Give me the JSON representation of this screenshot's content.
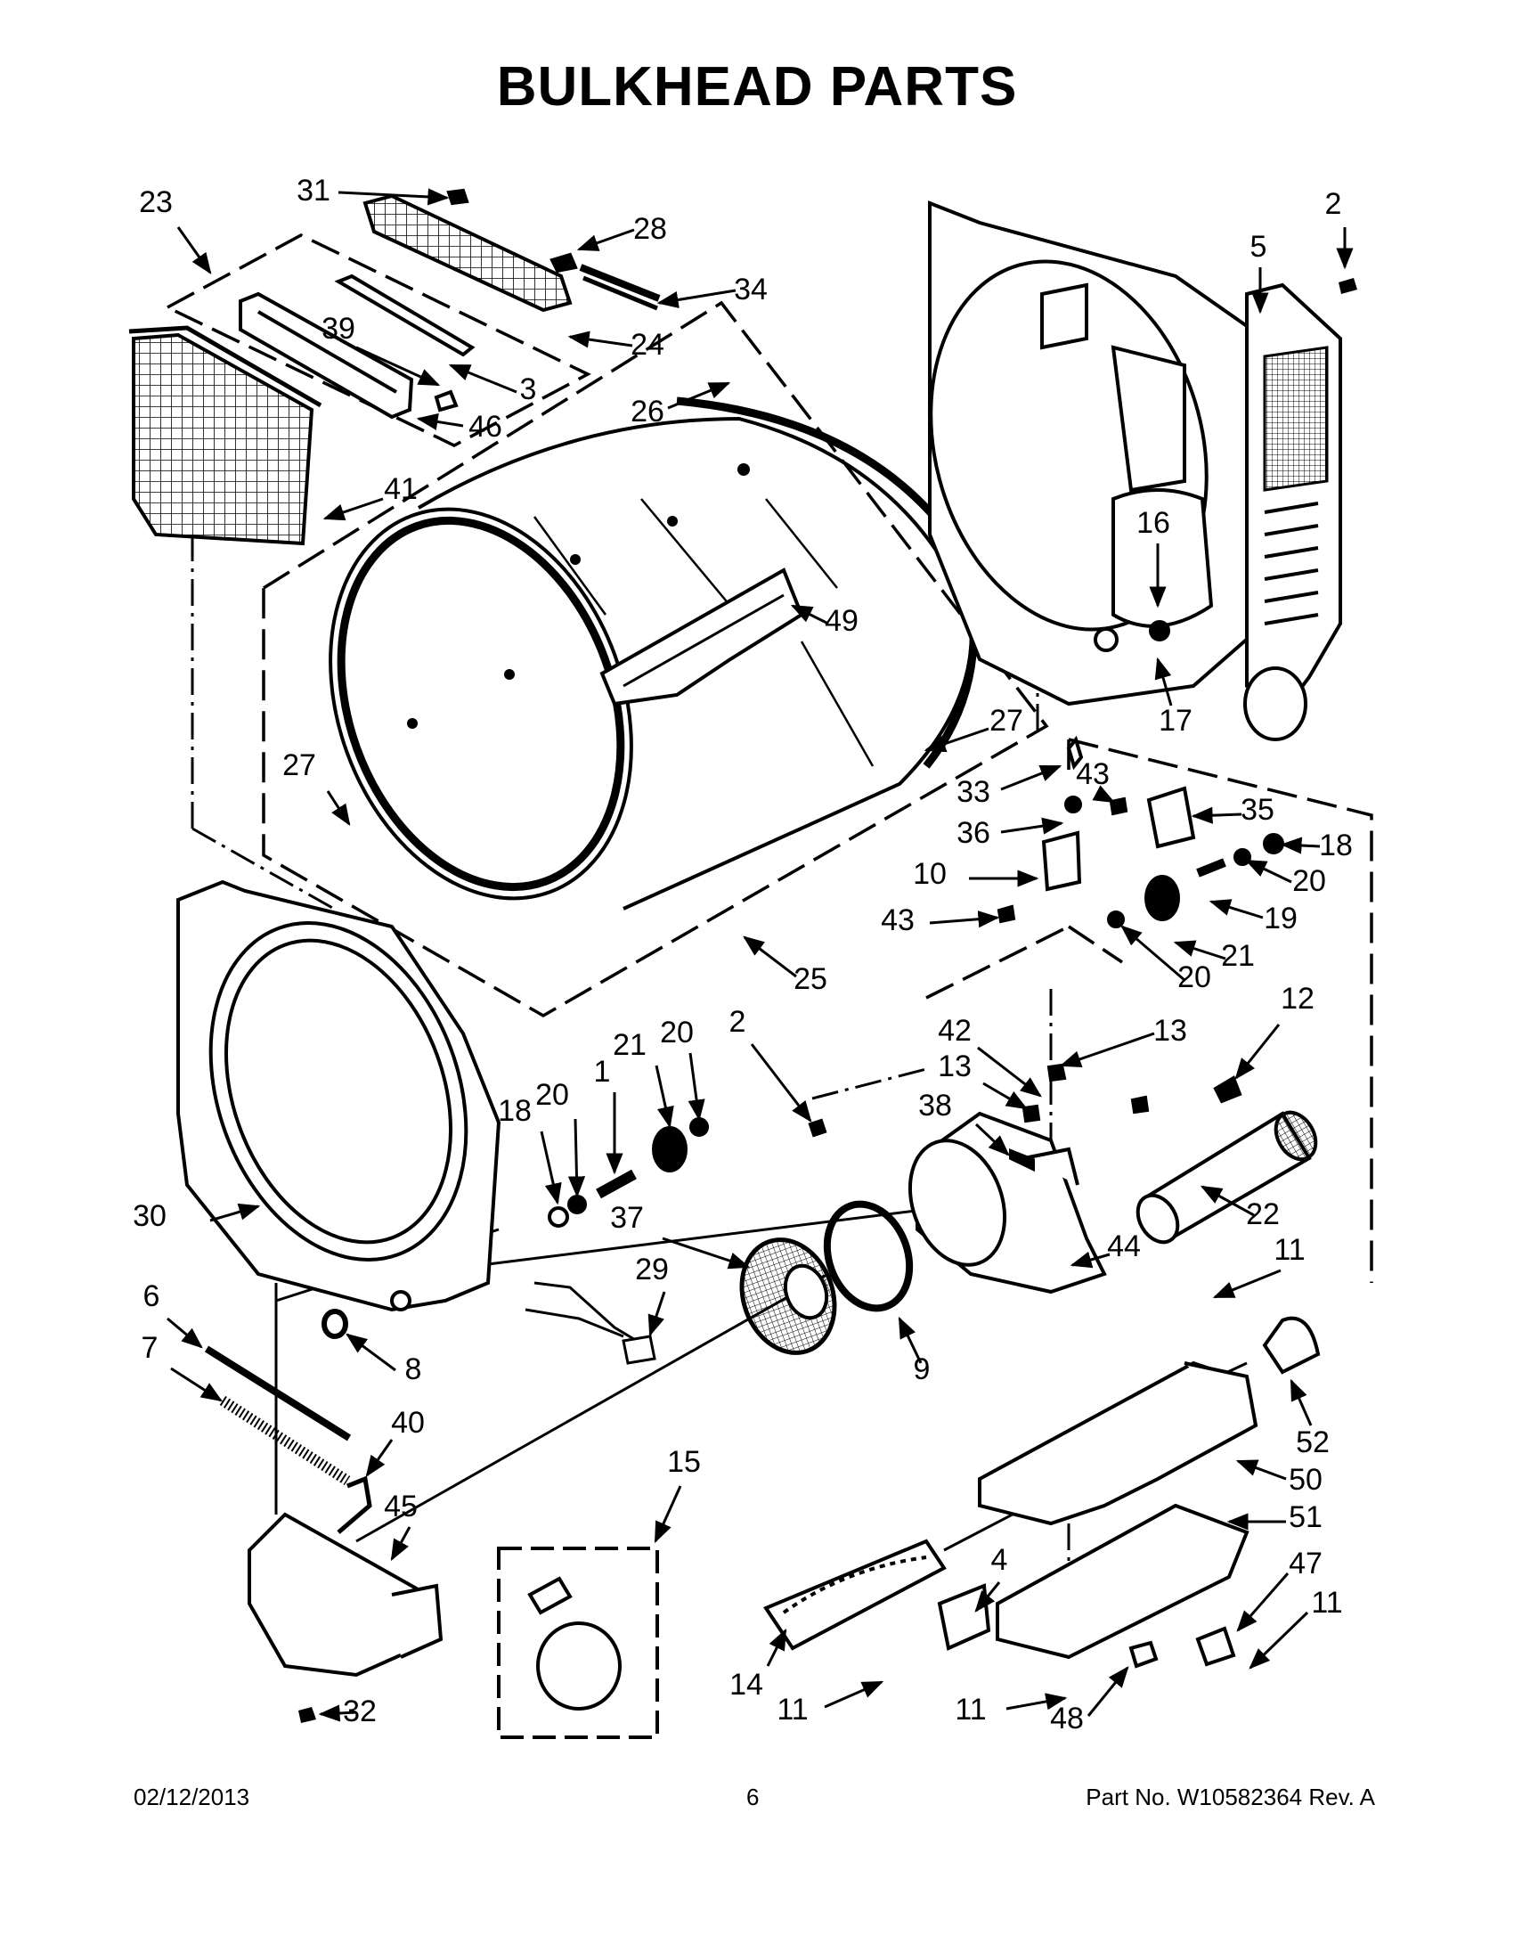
{
  "title": "BULKHEAD PARTS",
  "callouts": [
    {
      "id": "c23",
      "text": "23"
    },
    {
      "id": "c31",
      "text": "31"
    },
    {
      "id": "c28",
      "text": "28"
    },
    {
      "id": "c34",
      "text": "34"
    },
    {
      "id": "c24",
      "text": "24"
    },
    {
      "id": "c39",
      "text": "39"
    },
    {
      "id": "c3",
      "text": "3"
    },
    {
      "id": "c46",
      "text": "46"
    },
    {
      "id": "c26",
      "text": "26"
    },
    {
      "id": "c41",
      "text": "41"
    },
    {
      "id": "c49",
      "text": "49"
    },
    {
      "id": "c27a",
      "text": "27"
    },
    {
      "id": "c27b",
      "text": "27"
    },
    {
      "id": "c25",
      "text": "25"
    },
    {
      "id": "c2a",
      "text": "2"
    },
    {
      "id": "c5",
      "text": "5"
    },
    {
      "id": "c16",
      "text": "16"
    },
    {
      "id": "c17",
      "text": "17"
    },
    {
      "id": "c33",
      "text": "33"
    },
    {
      "id": "c43a",
      "text": "43"
    },
    {
      "id": "c35",
      "text": "35"
    },
    {
      "id": "c36",
      "text": "36"
    },
    {
      "id": "c18a",
      "text": "18"
    },
    {
      "id": "c10",
      "text": "10"
    },
    {
      "id": "c20a",
      "text": "20"
    },
    {
      "id": "c19",
      "text": "19"
    },
    {
      "id": "c43b",
      "text": "43"
    },
    {
      "id": "c21a",
      "text": "21"
    },
    {
      "id": "c20b",
      "text": "20"
    },
    {
      "id": "c2b",
      "text": "2"
    },
    {
      "id": "c42",
      "text": "42"
    },
    {
      "id": "c13a",
      "text": "13"
    },
    {
      "id": "c12",
      "text": "12"
    },
    {
      "id": "c13b",
      "text": "13"
    },
    {
      "id": "c38",
      "text": "38"
    },
    {
      "id": "c21b",
      "text": "21"
    },
    {
      "id": "c20c",
      "text": "20"
    },
    {
      "id": "c1",
      "text": "1"
    },
    {
      "id": "c18b",
      "text": "18"
    },
    {
      "id": "c20d",
      "text": "20"
    },
    {
      "id": "c30",
      "text": "30"
    },
    {
      "id": "c37",
      "text": "37"
    },
    {
      "id": "c29",
      "text": "29"
    },
    {
      "id": "c22",
      "text": "22"
    },
    {
      "id": "c44",
      "text": "44"
    },
    {
      "id": "c11a",
      "text": "11"
    },
    {
      "id": "c6",
      "text": "6"
    },
    {
      "id": "c8",
      "text": "8"
    },
    {
      "id": "c9",
      "text": "9"
    },
    {
      "id": "c7",
      "text": "7"
    },
    {
      "id": "c52",
      "text": "52"
    },
    {
      "id": "c40",
      "text": "40"
    },
    {
      "id": "c50",
      "text": "50"
    },
    {
      "id": "c15",
      "text": "15"
    },
    {
      "id": "c45",
      "text": "45"
    },
    {
      "id": "c51",
      "text": "51"
    },
    {
      "id": "c4",
      "text": "4"
    },
    {
      "id": "c47",
      "text": "47"
    },
    {
      "id": "c11b",
      "text": "11"
    },
    {
      "id": "c14",
      "text": "14"
    },
    {
      "id": "c11c",
      "text": "11"
    },
    {
      "id": "c11d",
      "text": "11"
    },
    {
      "id": "c48",
      "text": "48"
    },
    {
      "id": "c32",
      "text": "32"
    }
  ],
  "footer": {
    "date": "02/12/2013",
    "page": "6",
    "part": "Part No.  W10582364  Rev.  A"
  }
}
